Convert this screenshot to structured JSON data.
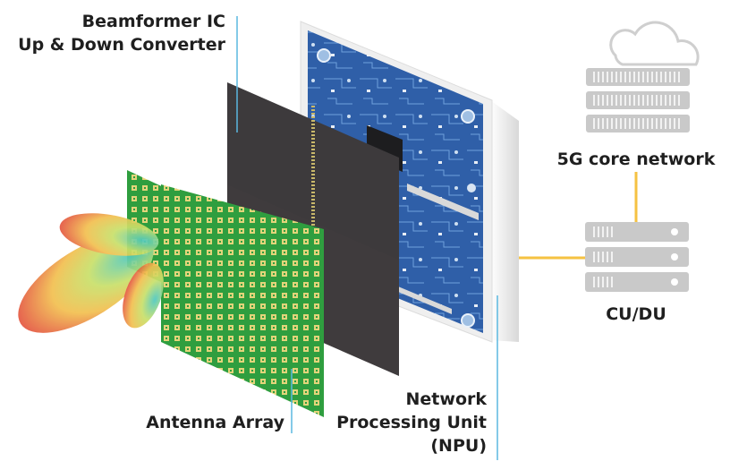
{
  "labels": {
    "beamformer_line1": "Beamformer IC",
    "beamformer_line2": "Up & Down Converter",
    "core_network": "5G core network",
    "cu_du": "CU/DU",
    "antenna_array": "Antenna Array",
    "npu_line1": "Network",
    "npu_line2": "Processing Unit",
    "npu_line3": "(NPU)"
  },
  "colors": {
    "leader_line": "#5bb8e0",
    "connector": "#f5c242",
    "pcb_blue": "#2f5fa8",
    "antenna_green": "#2e9e3e",
    "chip_dark": "#3d3a3c",
    "server_gray": "#c9c9c9",
    "enclosure": "#e6e6e6"
  },
  "icons": [
    "cloud-icon",
    "server-rack-icon",
    "server-rack-icon"
  ]
}
